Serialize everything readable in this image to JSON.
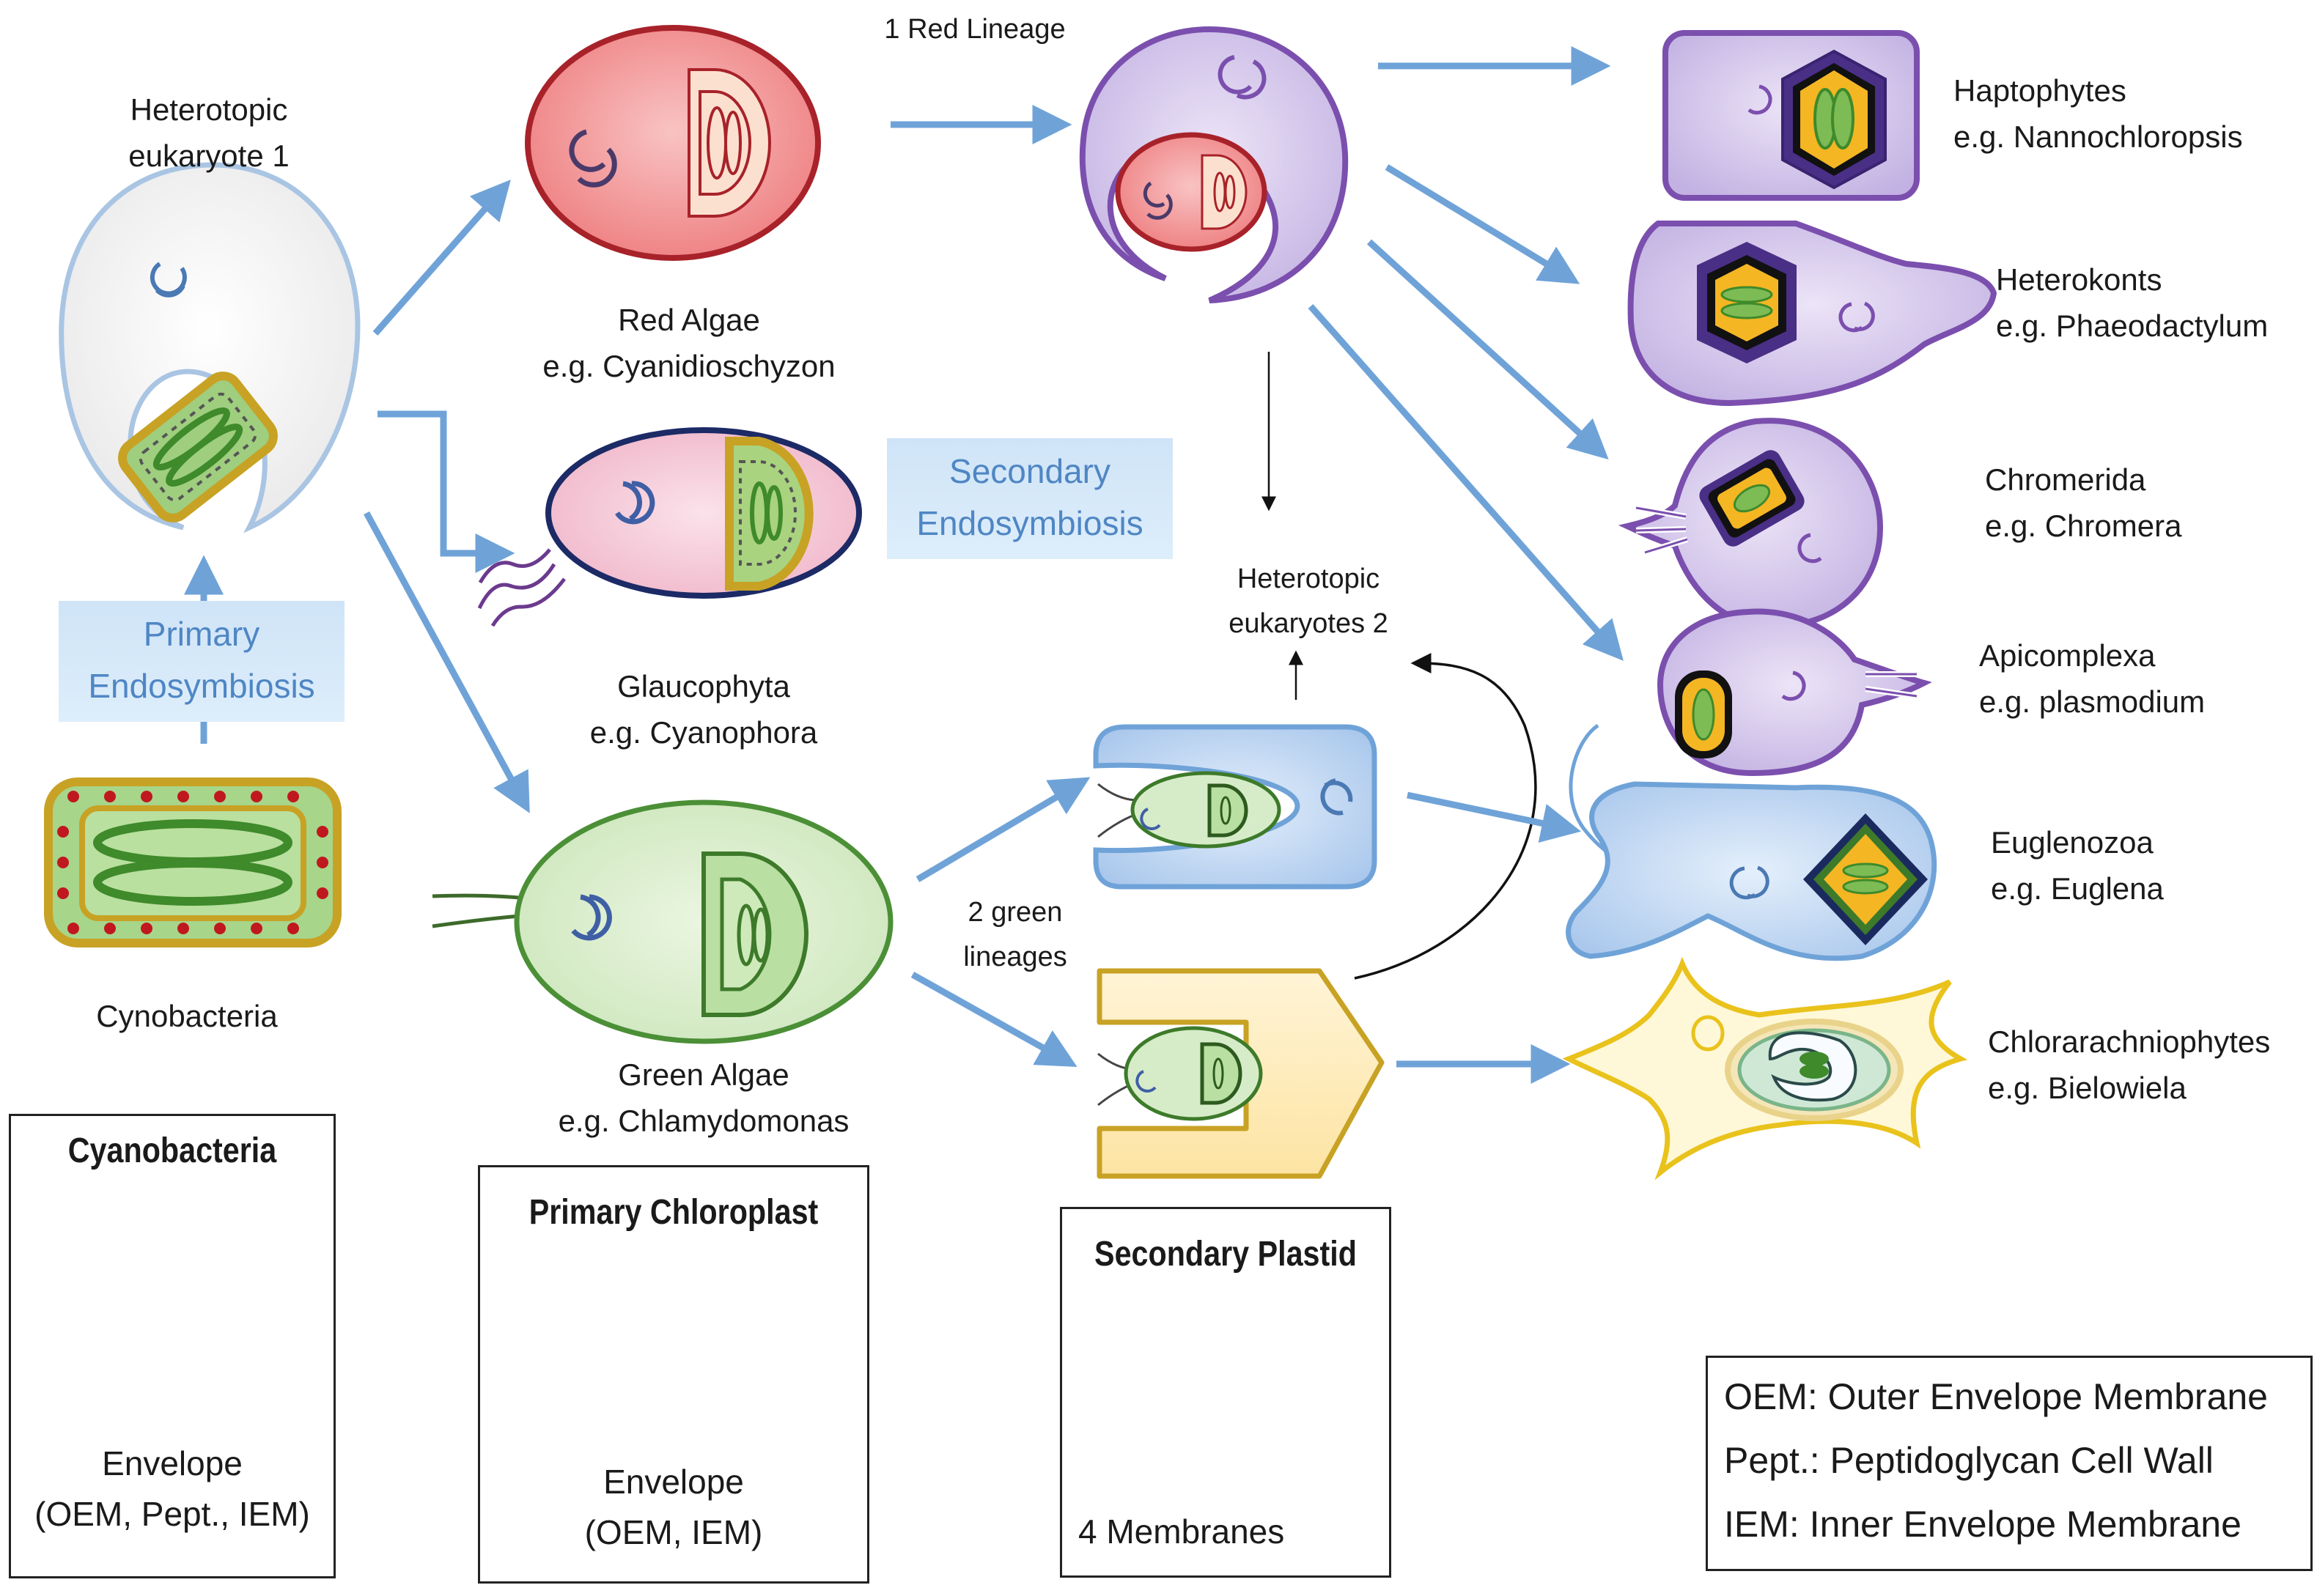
{
  "labels": {
    "heterotopic_1_line1": "Heterotopic",
    "heterotopic_1_line2": "eukaryote 1",
    "primary_line1": "Primary",
    "primary_line2": "Endosymbiosis",
    "cynobacteria": "Cynobacteria",
    "red_algae_line1": "Red Algae",
    "red_algae_line2": "e.g. Cyanidioschyzon",
    "glaucophyta_line1": "Glaucophyta",
    "glaucophyta_line2": "e.g. Cyanophora",
    "green_algae_line1": "Green Algae",
    "green_algae_line2": "e.g. Chlamydomonas",
    "secondary_line1": "Secondary",
    "secondary_line2": "Endosymbiosis",
    "red_lineage": "1 Red Lineage",
    "green_lineages_line1": "2 green",
    "green_lineages_line2": "lineages",
    "heterotopic_2_line1": "Heterotopic",
    "heterotopic_2_line2": "eukaryotes 2",
    "haptophytes_line1": "Haptophytes",
    "haptophytes_line2": "e.g. Nannochloropsis",
    "heterokonts_line1": "Heterokonts",
    "heterokonts_line2": "e.g. Phaeodactylum",
    "chromerida_line1": "Chromerida",
    "chromerida_line2": "e.g. Chromera",
    "apicomplexa_line1": "Apicomplexa",
    "apicomplexa_line2": "e.g. plasmodium",
    "euglenozoa_line1": "Euglenozoa",
    "euglenozoa_line2": "e.g. Euglena",
    "chlorarachniophytes_line1": "Chlorarachniophytes",
    "chlorarachniophytes_line2": "e.g. Bielowiela"
  },
  "boxes": {
    "cyanobacteria_title": "Cyanobacteria",
    "cyanobacteria_caption_line1": "Envelope",
    "cyanobacteria_caption_line2": "(OEM, Pept., IEM)",
    "primary_chloroplast_title": "Primary Chloroplast",
    "primary_chloroplast_caption_line1": "Envelope",
    "primary_chloroplast_caption_line2": "(OEM, IEM)",
    "secondary_plastid_title": "Secondary Plastid",
    "secondary_plastid_caption": "4 Membranes"
  },
  "legend": {
    "oem": "OEM: Outer  Envelope Membrane",
    "pept": "Pept.: Peptidoglycan Cell Wall",
    "iem": "IEM: Inner Envelope Membrane"
  },
  "colors": {
    "arrow": "#6fa3d8",
    "red_cell": "#f08a8a",
    "green_cell": "#d6ecc8",
    "purple_cell": "#cbbde6",
    "blue_cell": "#b9d2f0",
    "yellow_cell": "#fde7ac",
    "membrane_gold": "#c8a224",
    "plastid_green": "#5a9a3c"
  }
}
